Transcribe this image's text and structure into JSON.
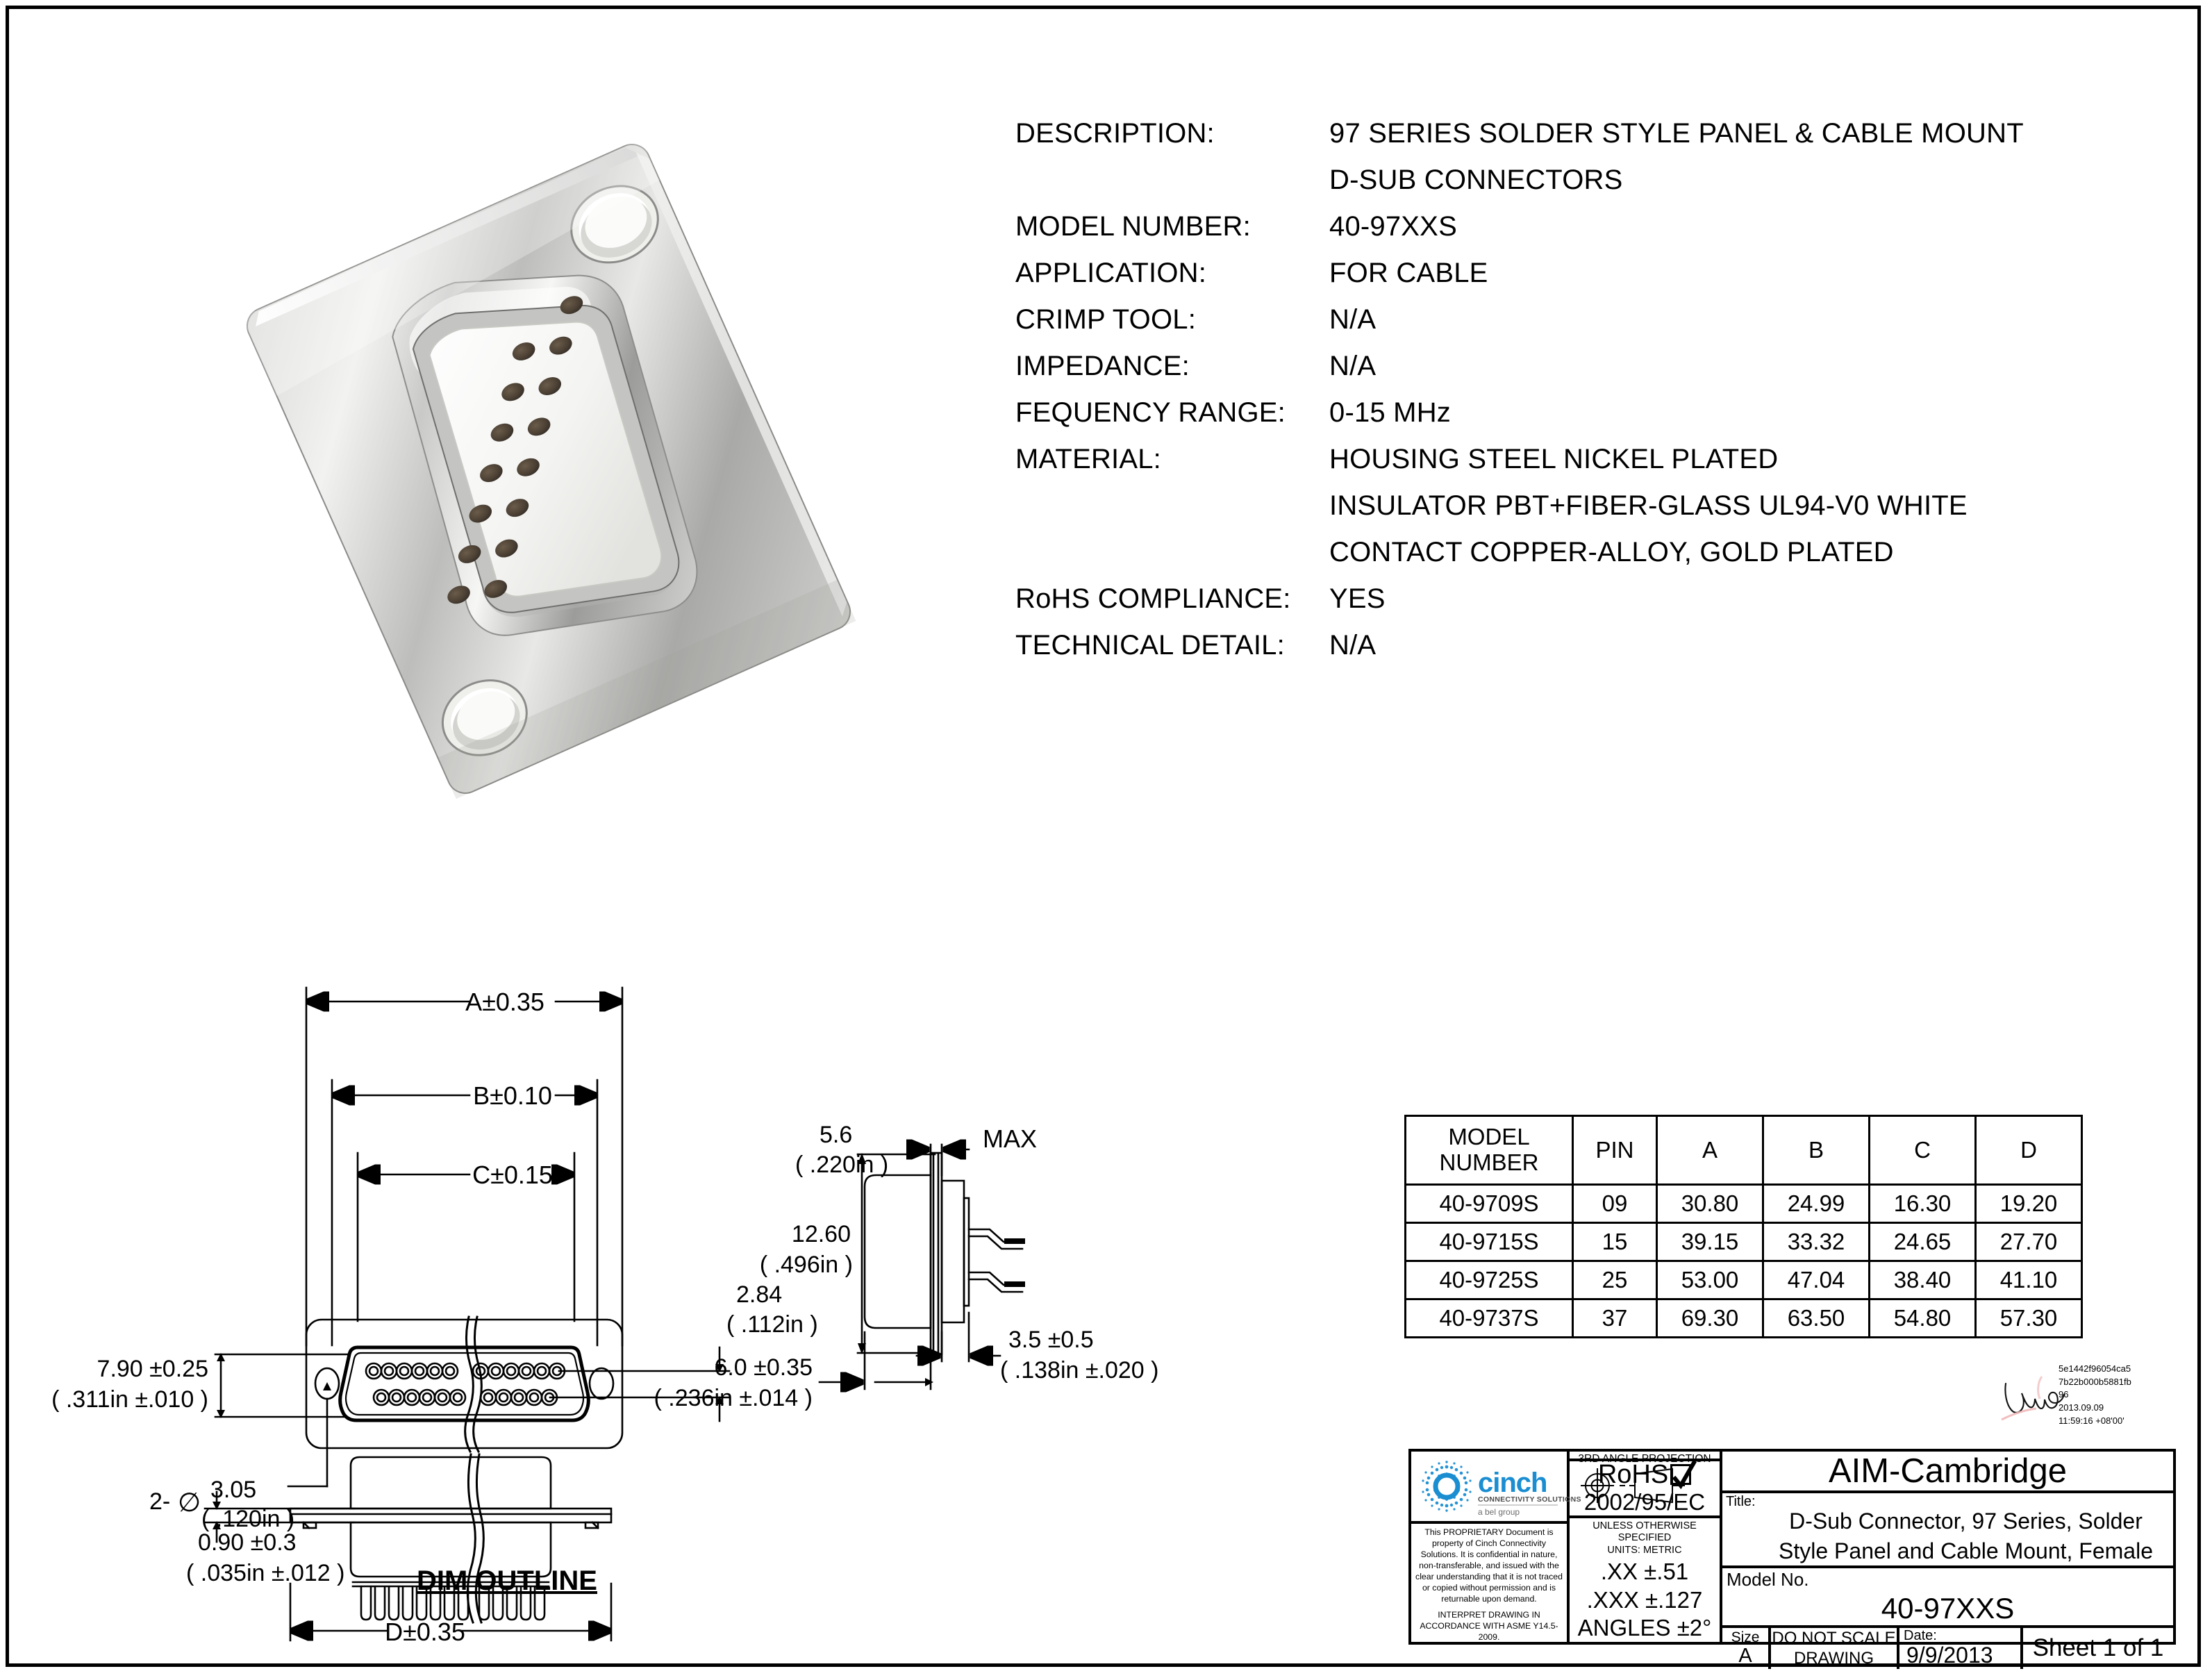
{
  "specs": [
    {
      "label": "DESCRIPTION:",
      "value": "97 SERIES SOLDER STYLE PANEL & CABLE MOUNT"
    },
    {
      "label": "",
      "value": " D-SUB CONNECTORS"
    },
    {
      "label": "MODEL NUMBER:",
      "value": "40-97XXS"
    },
    {
      "label": "APPLICATION:",
      "value": "FOR CABLE"
    },
    {
      "label": "CRIMP TOOL:",
      "value": "N/A"
    },
    {
      "label": "IMPEDANCE:",
      "value": "N/A"
    },
    {
      "label": "FEQUENCY RANGE:",
      "value": "0-15 MHz"
    },
    {
      "label": "MATERIAL:",
      "value": "HOUSING   STEEL NICKEL PLATED"
    },
    {
      "label": "",
      "value": "INSULATOR   PBT+FIBER-GLASS UL94-V0 WHITE"
    },
    {
      "label": "",
      "value": "CONTACT    COPPER-ALLOY, GOLD PLATED"
    },
    {
      "label": "RoHS COMPLIANCE:",
      "value": "YES"
    },
    {
      "label": "TECHNICAL DETAIL:",
      "value": "N/A"
    }
  ],
  "drawing": {
    "dim_outline_label": "DIM OUTLINE",
    "front_view": {
      "dim_a": "A±0.35",
      "dim_b": "B±0.10",
      "dim_c": "C±0.15",
      "height_mm": "7.90 ±0.25",
      "height_in": "( .311in ±.010 )",
      "hole_count": "2-",
      "hole_dia_mm": "3.05",
      "hole_dia_in": "( .120in )",
      "pitch_mm": "2.84",
      "pitch_in": "( .112in )"
    },
    "side_view": {
      "height_mm": "12.60",
      "height_in": "( .496in )",
      "flange_mm": "5.6",
      "flange_in": "( .220in )",
      "flange_note": "MAX",
      "depth_mm": "6.0 ±0.35",
      "depth_in": "( .236in ±.014 )",
      "tail_mm": "3.5 ±0.5",
      "tail_in": "( .138in ±.020 )"
    },
    "bottom_view": {
      "thick_mm": "0.90 ±0.3",
      "thick_in": "( .035in ±.012 )",
      "dim_d": "D±0.35"
    }
  },
  "dim_table": {
    "headers": [
      "MODEL NUMBER",
      "PIN",
      "A",
      "B",
      "C",
      "D"
    ],
    "header_line1": "MODEL",
    "header_line2": "NUMBER",
    "rows": [
      {
        "model": "40-9709S",
        "pin": "09",
        "a": "30.80",
        "b": "24.99",
        "c": "16.30",
        "d": "19.20"
      },
      {
        "model": "40-9715S",
        "pin": "15",
        "a": "39.15",
        "b": "33.32",
        "c": "24.65",
        "d": "27.70"
      },
      {
        "model": "40-9725S",
        "pin": "25",
        "a": "53.00",
        "b": "47.04",
        "c": "38.40",
        "d": "41.10"
      },
      {
        "model": "40-9737S",
        "pin": "37",
        "a": "69.30",
        "b": "63.50",
        "c": "54.80",
        "d": "57.30"
      }
    ]
  },
  "signature": {
    "hash_line1": "5e1442f96054ca5",
    "hash_line2": "7b22b000b5881fb",
    "hash_line3": "96",
    "date": "2013.09.09",
    "time": "11:59:16 +08'00'"
  },
  "title_block": {
    "logo": {
      "wordmark": "cinch",
      "tagline": "CONNECTIVITY SOLUTIONS",
      "subtagline": "a bel group",
      "brand_color": "#1b8ed2"
    },
    "proprietary_text": "This PROPRIETARY Document is property of Cinch Connectivity Solutions.  It is confidential in nature, non-transferable, and issued with the clear understanding that it is not traced or copied without permission and is returnable upon demand.",
    "asme_text": "INTERPRET DRAWING IN ACCORDANCE WITH ASME Y14.5-2009.",
    "projection_label": "3RD ANGLE PROJECTION",
    "rohs_label": "RoHS",
    "rohs_directive": "2002/95/EC",
    "units_note_line1": "UNLESS OTHERWISE SPECIFIED",
    "units_note_line2": "UNITS: METRIC",
    "tolerance_xx": ".XX ±.51",
    "tolerance_xxx": ".XXX ±.127",
    "tolerance_angles": "ANGLES ±2°",
    "company": "AIM-Cambridge",
    "title_label": "Title:",
    "title_line1": "D-Sub Connector, 97 Series, Solder",
    "title_line2": "Style Panel and Cable Mount, Female",
    "model_label": "Model No.",
    "model_value": "40-97XXS",
    "size_label": "Size",
    "size_value": "A",
    "no_scale_line1": "DO NOT SCALE",
    "no_scale_line2": "DRAWING",
    "date_label": "Date:",
    "date_value": "9/9/2013",
    "sheet": "Sheet 1 of 1"
  }
}
